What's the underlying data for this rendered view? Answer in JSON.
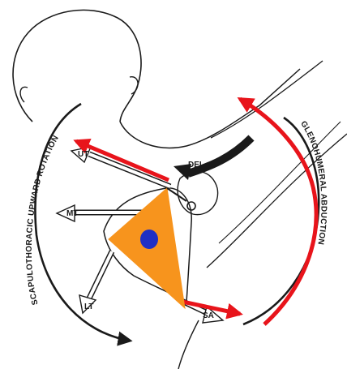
{
  "labels": {
    "ut": "UT",
    "mt": "MT",
    "lt": "LT",
    "sa": "SA",
    "del": "DEL",
    "scapulothoracic_rotation": "SCAPULOTHORACIC UPWARD ROTATION",
    "glenohumeral_abduction": "GLENOHUMERAL ABDUCTION"
  },
  "colors": {
    "line": "#1a1a1a",
    "force_arrow": "#e8141b",
    "scapula_triangle": "#f7941d",
    "rotation_center": "#1f2fc4",
    "background": "#ffffff"
  }
}
